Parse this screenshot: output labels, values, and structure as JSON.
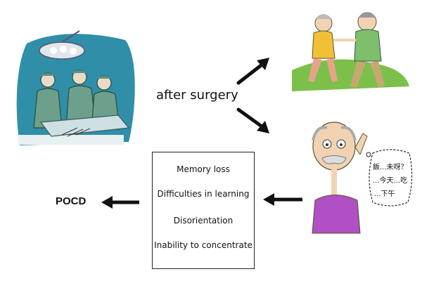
{
  "labels": {
    "after_surgery": "after surgery",
    "outcome": "POCD"
  },
  "symptoms": [
    "Memory loss",
    "Difficulties in learning",
    "Disorientation",
    "Inability to concentrate"
  ],
  "speech_bubble": [
    "飯...未呀？",
    "...今天...吃",
    "...下午"
  ],
  "colors": {
    "surgery_bg": "#2f8fa8",
    "scrubs": "#6ca08a",
    "grass": "#7cc04a",
    "old_man_shirt": "#b14fc4",
    "arrow": "#111111"
  }
}
